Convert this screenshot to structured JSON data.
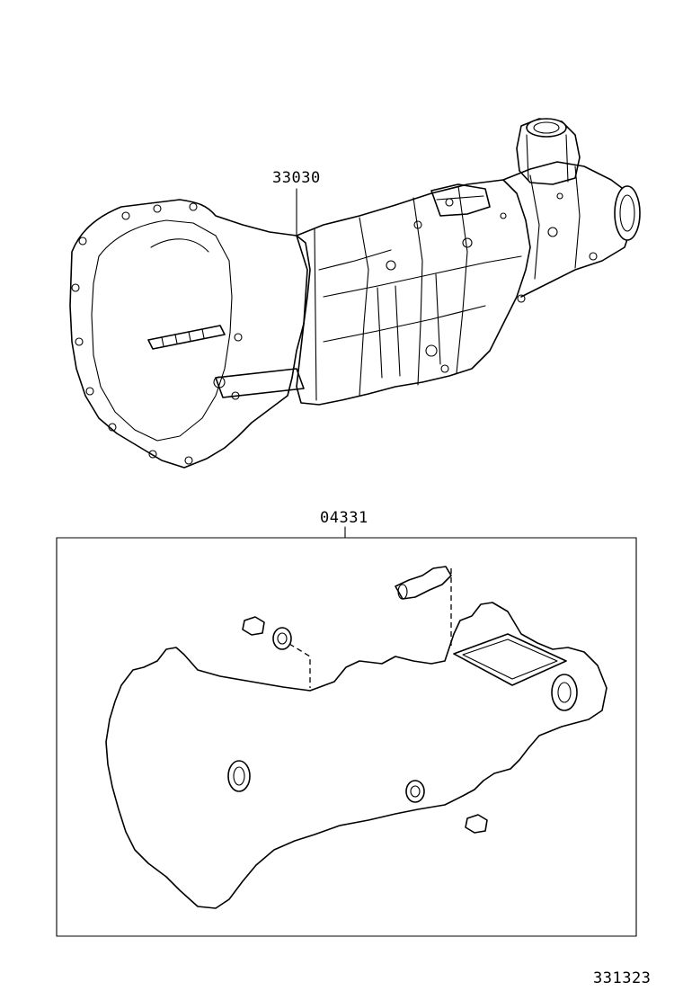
{
  "labels": {
    "transmission_part": "33030",
    "gasket_kit_part": "04331",
    "diagram_id": "331323"
  },
  "colors": {
    "ink": "#000000",
    "paper": "#ffffff"
  }
}
